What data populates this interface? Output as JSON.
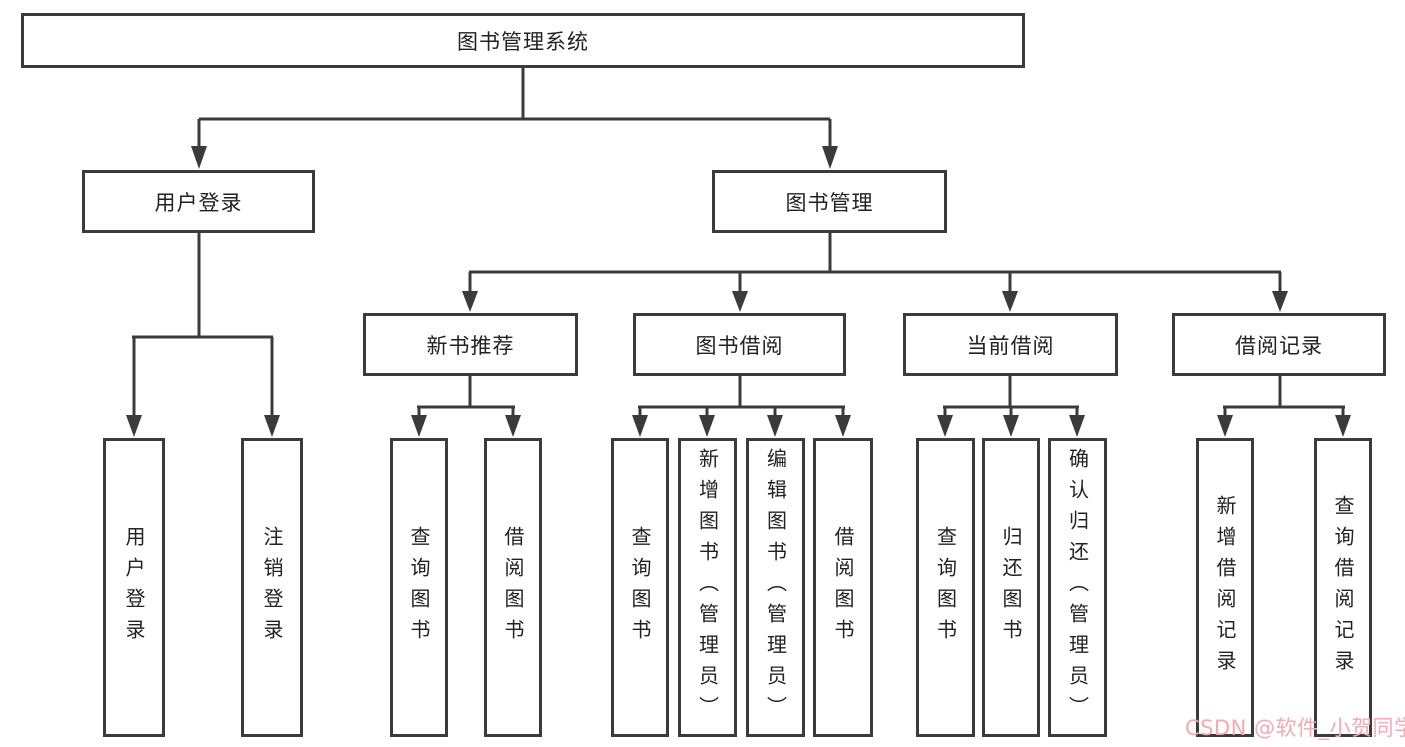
{
  "tree": {
    "root": {
      "label": "图书管理系统",
      "children": [
        {
          "label": "用户登录",
          "children": [
            {
              "label": "用户登录"
            },
            {
              "label": "注销登录"
            }
          ]
        },
        {
          "label": "图书管理",
          "children": [
            {
              "label": "新书推荐",
              "children": [
                {
                  "label": "查询图书"
                },
                {
                  "label": "借阅图书"
                }
              ]
            },
            {
              "label": "图书借阅",
              "children": [
                {
                  "label": "查询图书"
                },
                {
                  "label": "新增图书（管理员）"
                },
                {
                  "label": "编辑图书（管理员）"
                },
                {
                  "label": "借阅图书"
                }
              ]
            },
            {
              "label": "当前借阅",
              "children": [
                {
                  "label": "查询图书"
                },
                {
                  "label": "归还图书"
                },
                {
                  "label": "确认归还（管理员）"
                }
              ]
            },
            {
              "label": "借阅记录",
              "children": [
                {
                  "label": "新增借阅记录"
                },
                {
                  "label": "查询借阅记录"
                }
              ]
            }
          ]
        }
      ]
    }
  },
  "watermark": {
    "text": "CSDN @软件_小贺同学",
    "color": "#f2abb7"
  },
  "colors": {
    "line": "#3b3b3b",
    "text": "#222222",
    "background": "#ffffff"
  }
}
